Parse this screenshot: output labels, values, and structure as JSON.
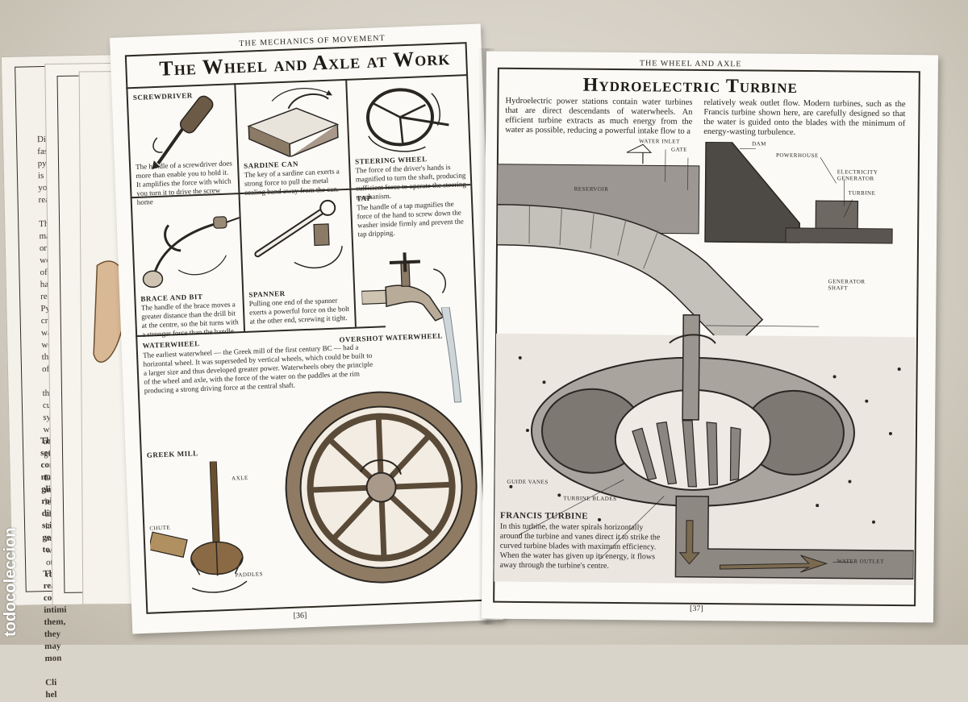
{
  "left_page": {
    "running_head": "The Mechanics of Movement",
    "title": "The Wheel and Axle at Work",
    "folio": "[36]",
    "panels": {
      "screwdriver": {
        "heading": "Screwdriver",
        "text": "The handle of a screwdriver does more than enable you to hold it. It amplifies the force with which you turn it to drive the screw home"
      },
      "sardine_can": {
        "heading": "Sardine Can",
        "text": "The key of a sardine can exerts a strong force to pull the metal sealing band away from the can."
      },
      "steering_wheel": {
        "heading": "Steering Wheel",
        "text": "The force of the driver's hands is magnified to turn the shaft, producing sufficient force to operate the steering mechanism."
      },
      "brace_and_bit": {
        "heading": "Brace and Bit",
        "text": "The handle of the brace moves a greater distance than the drill bit at the centre, so the bit turns with a stronger force than the handle"
      },
      "spanner": {
        "heading": "Spanner",
        "text": "Pulling one end of the spanner exerts a powerful force on the bolt at the other end, screwing it tight."
      },
      "tap": {
        "heading": "Tap",
        "text": "The handle of a tap magnifies the force of the hand to screw down the washer inside firmly and prevent the tap dripping."
      },
      "waterwheel": {
        "heading": "Waterwheel",
        "text": "The earliest waterwheel — the Greek mill of the first century BC — had a horizontal wheel. It was superseded by vertical wheels, which could be built to a larger size and thus developed greater power. Waterwheels obey the principle of the wheel and axle, with the force of the water on the paddles at the rim producing a strong driving force at the central shaft."
      },
      "overshot": {
        "heading": "Overshot Waterwheel"
      },
      "greek_mill": {
        "heading": "Greek Mill",
        "axle": "Axle",
        "chute": "Chute",
        "paddles": "Paddles"
      }
    }
  },
  "right_page": {
    "running_head": "The Wheel and Axle",
    "title": "Hydroelectric Turbine",
    "folio": "[37]",
    "intro_left": "Hydroelectric power stations contain water turbines that are direct descendants of waterwheels. An efficient turbine extracts as much energy from the water as possible, reducing a powerful intake flow to a",
    "intro_right": "relatively weak outlet flow. Modern turbines, such as the Francis turbine shown here, are carefully designed so that the water is guided onto the blades with the minimum of energy-wasting turbulence.",
    "labels": {
      "water_inlet": "Water inlet",
      "gate": "Gate",
      "dam": "Dam",
      "powerhouse": "Powerhouse",
      "electricity_generator": "Electricity Generator",
      "turbine": "Turbine",
      "reservoir": "Reservoir",
      "generator_shaft": "Generator Shaft",
      "guide_vanes": "Guide Vanes",
      "turbine_blades": "Turbine Blades",
      "water_outlet": "Water Outlet"
    },
    "francis": {
      "heading": "Francis Turbine",
      "text": "In this turbine, the water spirals horizontally around the turbine and vanes direct it to strike the curved turbine blades with maximum efficiency. When the water has given up its energy, it flows away through the turbine's centre."
    }
  },
  "under_pages": {
    "heading_fragment": "T",
    "heading_fragment2": "I",
    "lines": "Did yo\nfast\npyram\nis a di\nyou k\nreade\n\nThese\nmac\norigi\nwork\nof i\nhave b\nrepu\nPyra\ncreat\nwar\nwoul\nthe w\nof th\n\nthe\ncut-av\nsyst\nwhich\nadve\ngift fe\n\nDavi\nmach\nlever\nalso i\ninvi\nan i\nwool\nothe\nread",
    "lines2": "The\nsectio\ncon\nma\nglide\nrob\ndiscs\nscient\ngears\nto u\n\nThe W\nrea\ncon\nintimi\nthem,\nthey\nmay\nmon\n\nCli\nhel"
  },
  "watermark": "todocoleccion"
}
